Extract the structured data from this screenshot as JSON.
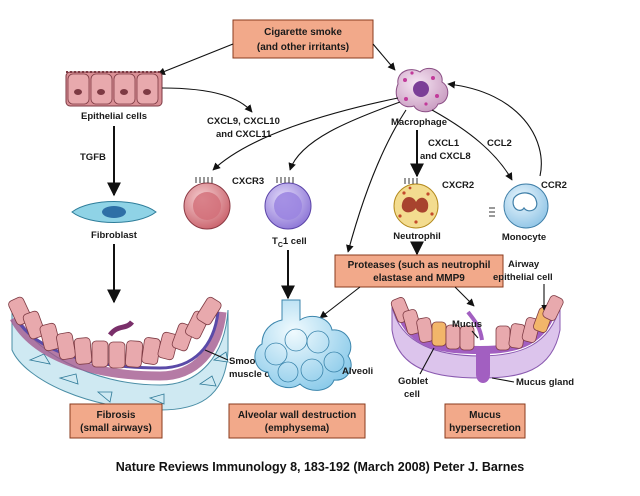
{
  "diagram": {
    "boxes": {
      "smoke": [
        "Cigarette smoke",
        "(and other irritants)"
      ],
      "proteases": [
        "Proteases (such as neutrophil",
        "elastase and MMP9"
      ],
      "fibrosis": [
        "Fibrosis",
        "(small airways)"
      ],
      "alveolar": [
        "Alveolar wall destruction",
        "(emphysema)"
      ],
      "mucus": [
        "Mucus",
        "hypersecretion"
      ]
    },
    "labels": {
      "epithelial_cells": "Epithelial cells",
      "macrophage": "Macrophage",
      "cxcl9": [
        "CXCL9, CXCL10",
        "and CXCL11"
      ],
      "tgfb": "TGFB",
      "fibroblast": "Fibroblast",
      "cxcr3": "CXCR3",
      "tc1_cell": "T",
      "tc1_sub": "C",
      "tc1_rest": "1 cell",
      "cxcl1": [
        "CXCL1",
        "and CXCL8"
      ],
      "ccl2": "CCL2",
      "cxcr2": "CXCR2",
      "ccr2": "CCR2",
      "neutrophil": "Neutrophil",
      "monocyte": "Monocyte",
      "airway_epithelial": [
        "Airway",
        "epithelial cell"
      ],
      "smooth_muscle": [
        "Smooth-",
        "muscle cell"
      ],
      "alveoli": "Alveoli",
      "mucus_label": "Mucus",
      "goblet": [
        "Goblet",
        "cell"
      ],
      "mucus_gland": "Mucus gland"
    },
    "caption": "Nature Reviews Immunology 8, 183-192 (March 2008) Peter J. Barnes",
    "colors": {
      "box_fill": "#f2a98a",
      "box_stroke": "#8a3b1e",
      "cell_pink": "#e9a4a8",
      "cell_lilac": "#b9a6e6",
      "neutrophil": "#f1d27a",
      "monocyte": "#bfe0f2",
      "alveoli": "#bfe3f5",
      "mucus": "#a25fc1"
    }
  }
}
